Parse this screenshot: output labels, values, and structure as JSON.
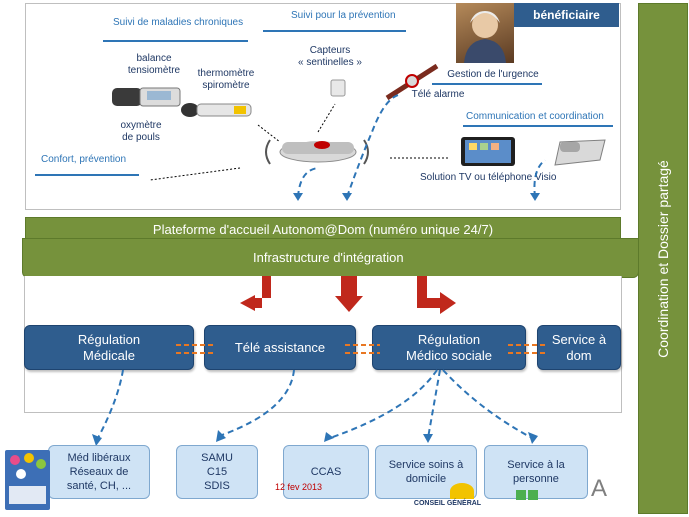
{
  "top": {
    "chronic": "Suivi de maladies chroniques",
    "prevention": "Suivi pour la prévention",
    "beneficiary": "bénéficiaire",
    "balance": "balance\ntensiomètre",
    "thermo": "thermomètre\nspiromètre",
    "oxy": "oxymètre\nde pouls",
    "sensors": "Capteurs\n« sentinelles »",
    "emergency": "Gestion de l'urgence",
    "alarm": "Télé alarme",
    "comm": "Communication  et coordination",
    "comfort": "Confort, prévention",
    "tv": "Solution TV ou téléphone Visio"
  },
  "platform": {
    "title": "Plateforme d'accueil  Autonom@Dom (numéro unique 24/7)",
    "infra": "Infrastructure d'intégration"
  },
  "side": "Coordination et Dossier partagé",
  "regulation": {
    "medical": "Régulation\nMédicale",
    "tele": "Télé assistance",
    "medsoc": "Régulation\nMédico sociale",
    "service": "Service à\ndom"
  },
  "bottom": {
    "liberal": "Méd libéraux\nRéseaux de\nsanté, CH, ...",
    "samu": "SAMU\nC15\nSDIS",
    "ccas": "CCAS",
    "soins": "Service soins à\ndomicile",
    "personne": "Service à la\npersonne"
  },
  "date": "12 fev 2013",
  "logos": {
    "conseil": "CONSEIL GÉNÉRAL",
    "a": "A"
  }
}
